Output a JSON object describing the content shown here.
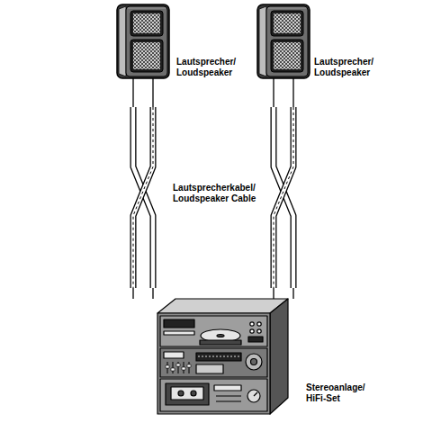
{
  "diagram": {
    "nodes": [
      {
        "text": [
          "Lautsprecher/ Loudspeaker"
        ]
      },
      {
        "text": [
          "Lautsprecher/ Loudspeaker"
        ]
      },
      {
        "text": [
          "Stereoanlage/ HiFi-Set"
        ]
      }
    ],
    "edges": [
      {
        "from": 0,
        "to": 2,
        "arrow": "none"
      },
      {
        "from": 1,
        "to": 2,
        "arrow": "none"
      }
    ],
    "labels": [
      "Lautsprecherkabel/ Loudspeaker Cable"
    ]
  }
}
